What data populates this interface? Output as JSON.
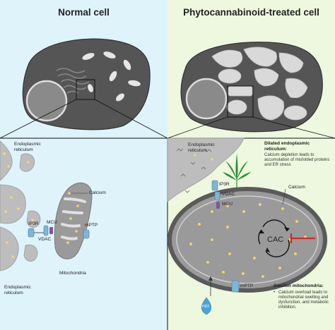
{
  "titles": {
    "normal": "Normal cell",
    "treated": "Phytocannabinoid-treated cell"
  },
  "left": {
    "er_top": "Endoplasmic reticulum",
    "er_bottom": "Endoplasmic reticulum",
    "calcium": "Calcium",
    "ip3r": "IP3R",
    "mcu": "MCU",
    "vdac": "VDAC",
    "mptp": "mPTP",
    "mitochondria": "Mitochondria"
  },
  "right": {
    "er": "Endoplasmic reticulum",
    "ip3r": "IP3R",
    "vdac": "VDAC",
    "mcu": "MCU",
    "calcium": "Calcium",
    "cac": "CAC",
    "mptp": "mPTP",
    "water": "H2O",
    "dilated_title": "Dilated endoplasmic reticulum:",
    "dilated_text": "Calcium depletion leads to accumulation of misfolded proteins and ER stress",
    "swollen_title": "Swollen mitochondria:",
    "swollen_bullet": "Calcium overload leads to mitochondrial swelling and dysfunction, and metabolic inhibition."
  },
  "colors": {
    "left_bg": "#dff3fb",
    "right_bg": "#edf8de",
    "cell_dark": "#555555",
    "calcium": "#f5d86a",
    "channel": "#7fb6d6",
    "mcu": "#8a4fa0",
    "inhibit_arrow": "#d62828",
    "leaf": "#2f8a32",
    "water": "#4da3d6"
  },
  "icons": [
    "cannabis-leaf-icon",
    "water-drop-icon",
    "cycle-arrows-icon",
    "inhibition-arrow-icon"
  ]
}
